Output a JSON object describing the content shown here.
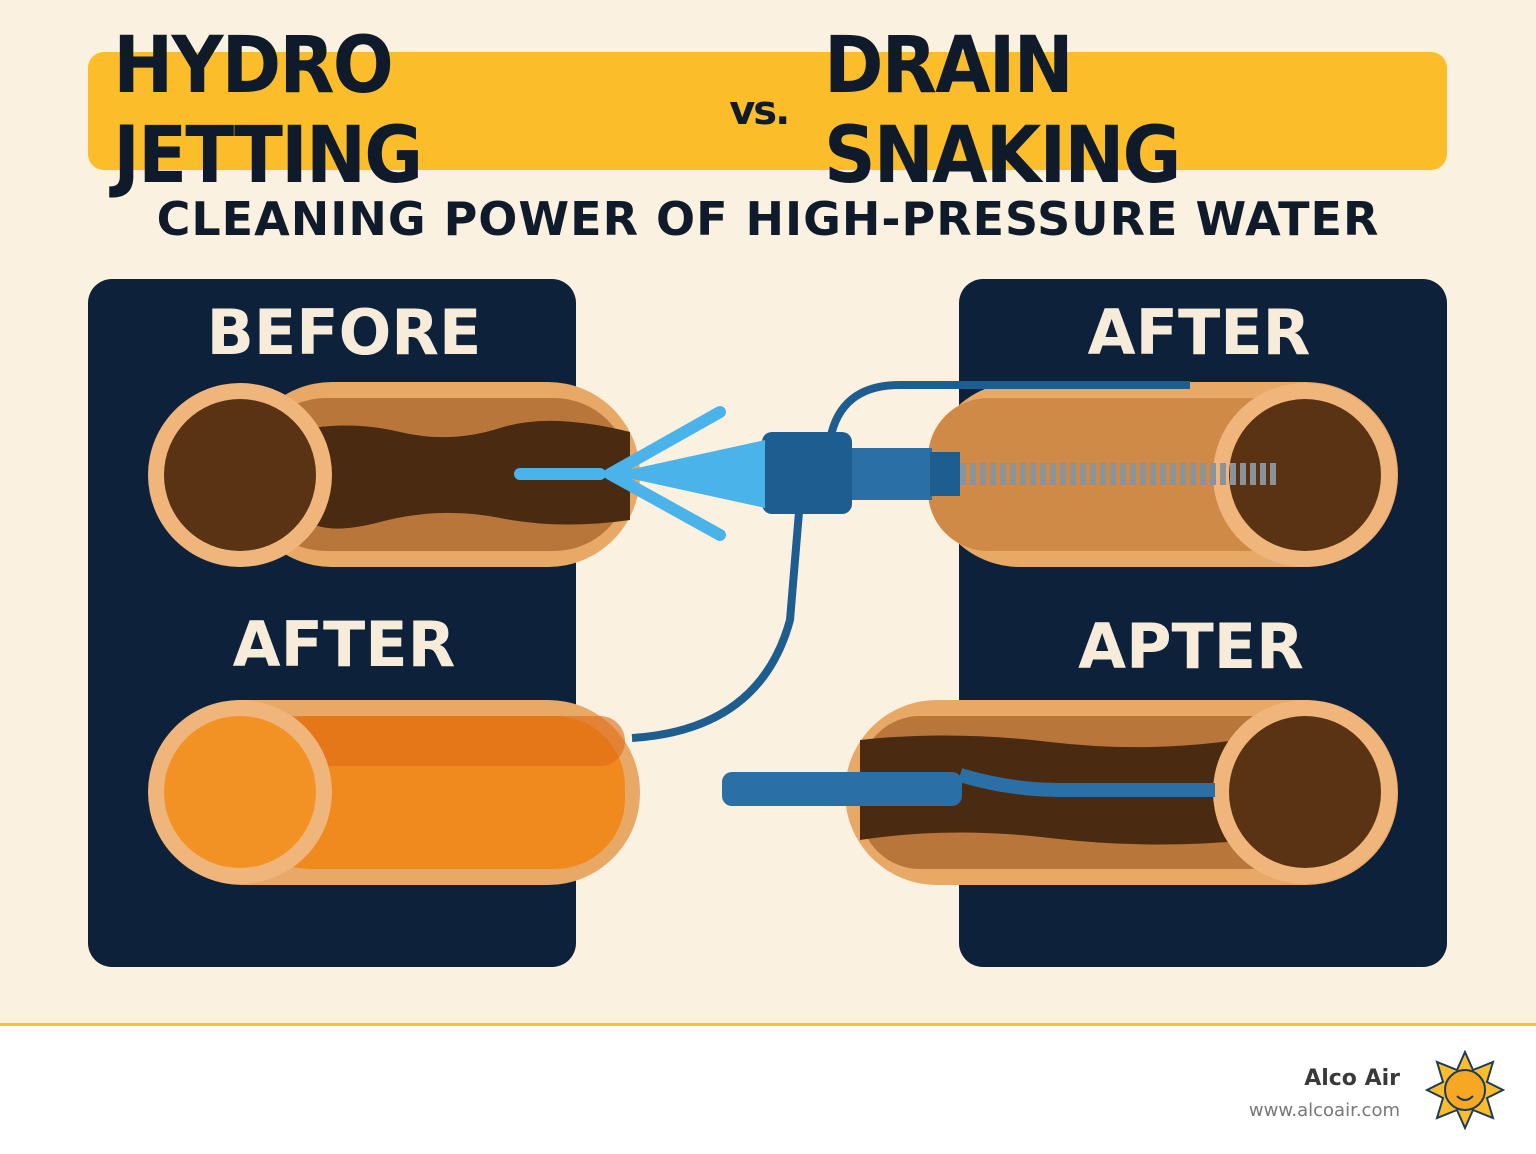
{
  "header": {
    "title_left": "HYDRO JETTING",
    "title_vs": "vs.",
    "title_right": "DRAIN SNAKING",
    "subtitle": "CLEANING POWER OF HIGH-PRESSURE WATER"
  },
  "left_panel": {
    "top_label": "BEFORE",
    "bottom_label": "AFTER"
  },
  "right_panel": {
    "top_label": "AFTER",
    "bottom_label": "APTER"
  },
  "footer": {
    "brand": "Alco Air",
    "url": "www.alcoair.com"
  },
  "colors": {
    "background": "#fbf1e0",
    "banner": "#fbbd2a",
    "panel": "#0d223a",
    "pipe": "#e8a866",
    "debris": "#4a2a10",
    "clean_pipe": "#f0891e",
    "hose": "#1d5d8f",
    "water": "#4ab3ea"
  }
}
